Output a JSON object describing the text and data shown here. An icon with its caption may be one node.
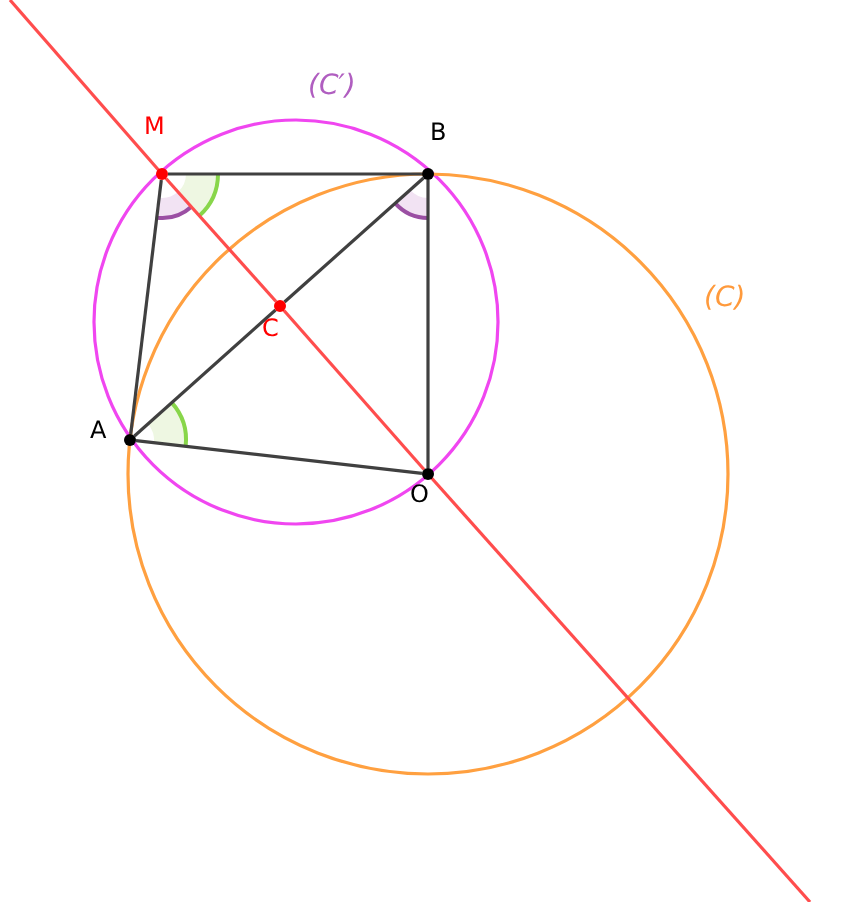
{
  "diagram": {
    "nodes": [
      {
        "text": [
          "M"
        ]
      },
      {
        "text": [
          "B"
        ]
      },
      {
        "text": [
          "C"
        ]
      },
      {
        "text": [
          "A"
        ]
      },
      {
        "text": [
          "O"
        ]
      }
    ],
    "edges": [
      {
        "from": 0,
        "to": 1,
        "arrow": "none"
      },
      {
        "from": 0,
        "to": 3,
        "arrow": "none"
      },
      {
        "from": 3,
        "to": 2,
        "arrow": "none"
      },
      {
        "from": 2,
        "to": 1,
        "arrow": "none"
      },
      {
        "from": 3,
        "to": 4,
        "arrow": "none"
      },
      {
        "from": 1,
        "to": 4,
        "arrow": "none"
      },
      {
        "from": 0,
        "to": 2,
        "arrow": "none",
        "color": "#ff4d4d"
      },
      {
        "from": 2,
        "to": 4,
        "arrow": "none",
        "color": "#ff4d4d"
      }
    ],
    "labels": [
      "(C′)",
      "(C)"
    ]
  }
}
